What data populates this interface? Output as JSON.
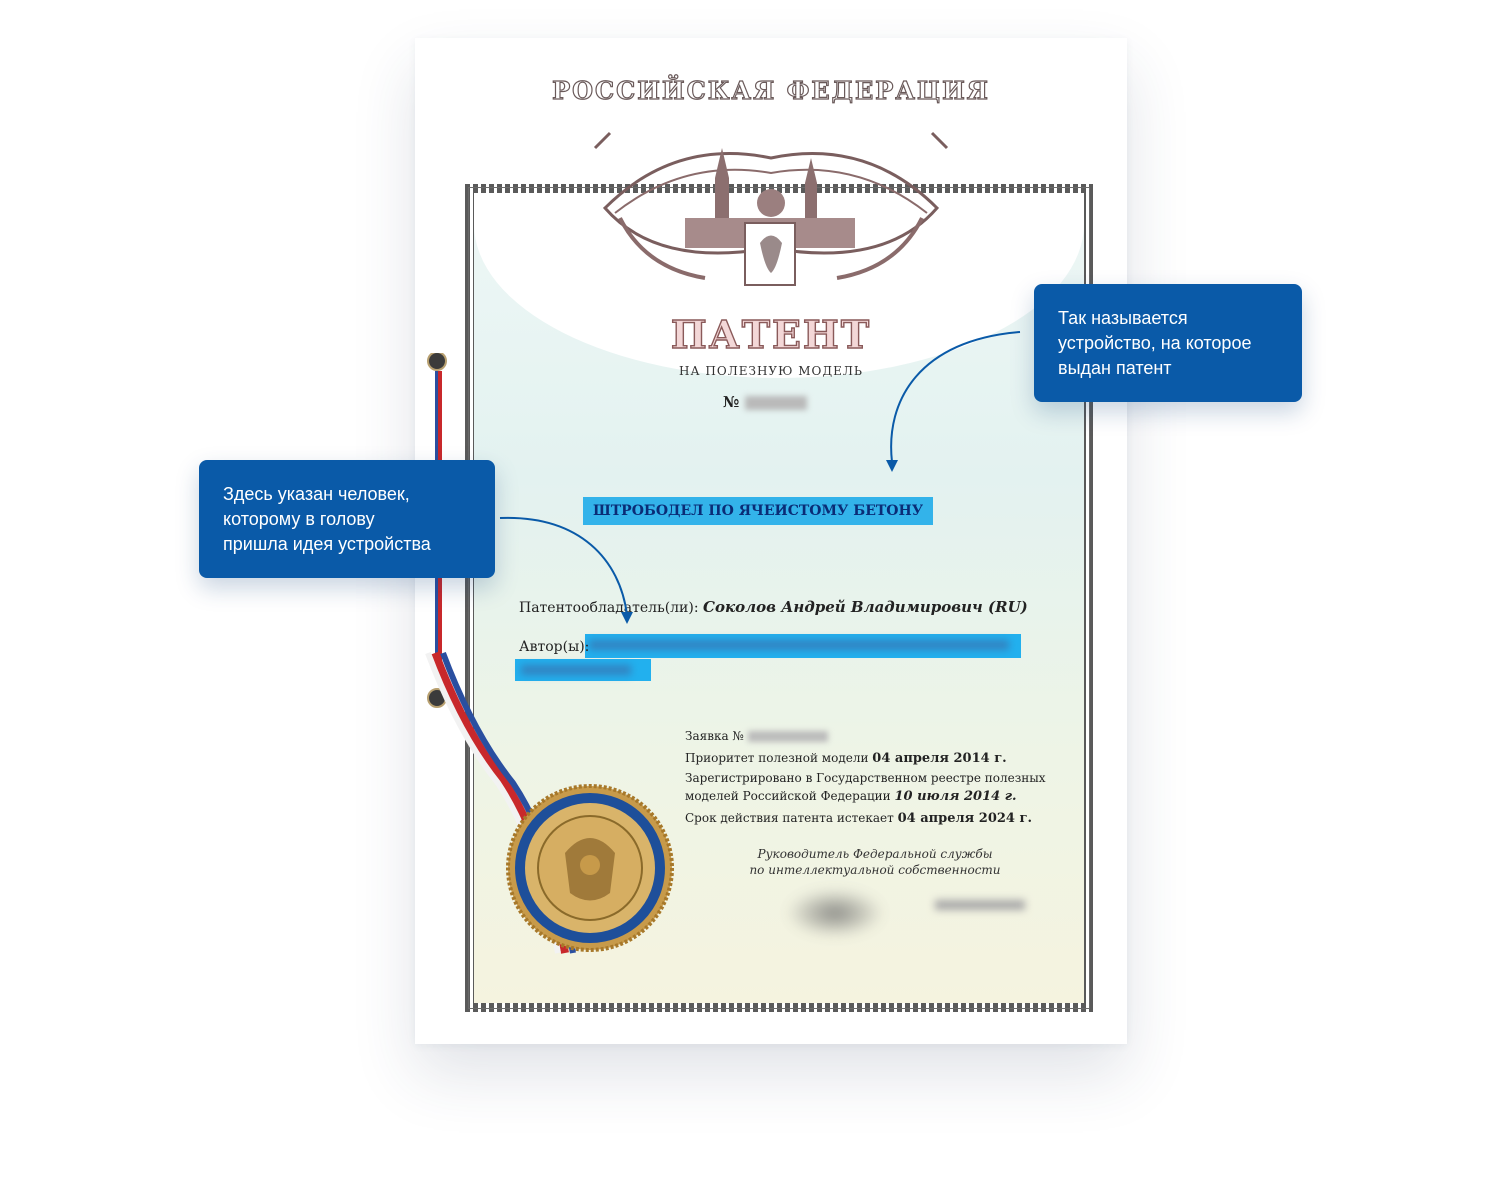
{
  "document": {
    "country": "РОССИЙСКАЯ ФЕДЕРАЦИЯ",
    "title": "ПАТЕНТ",
    "subtitle": "НА ПОЛЕЗНУЮ МОДЕЛЬ",
    "number_prefix": "№",
    "model_name": "ШТРОБОДЕЛ ПО ЯЧЕИСТОМУ БЕТОНУ",
    "holder_label": "Патентообладатель(ли):",
    "holder_value": "Соколов Андрей Владимирович (RU)",
    "author_label": "Автор(ы):",
    "application_label": "Заявка №",
    "priority_label": "Приоритет полезной модели",
    "priority_date": "04 апреля 2014 г.",
    "registered_label_1": "Зарегистрировано в Государственном реестре полезных",
    "registered_label_2": "моделей Российской Федерации",
    "registered_date": "10 июля 2014 г.",
    "expiry_label": "Срок действия патента истекает",
    "expiry_date": "04 апреля 2024 г.",
    "signer_line_1": "Руководитель Федеральной службы",
    "signer_line_2": "по интеллектуальной собственности"
  },
  "callouts": {
    "right": [
      "Так называется",
      "устройство, на которое",
      "выдан патент"
    ],
    "left": [
      "Здесь указан человек,",
      "которому в голову",
      "пришла идея устройства"
    ]
  },
  "colors": {
    "callout_bg": "#0a5aa8",
    "highlight": "#33b3ea",
    "arrow": "#0a5aa8"
  }
}
